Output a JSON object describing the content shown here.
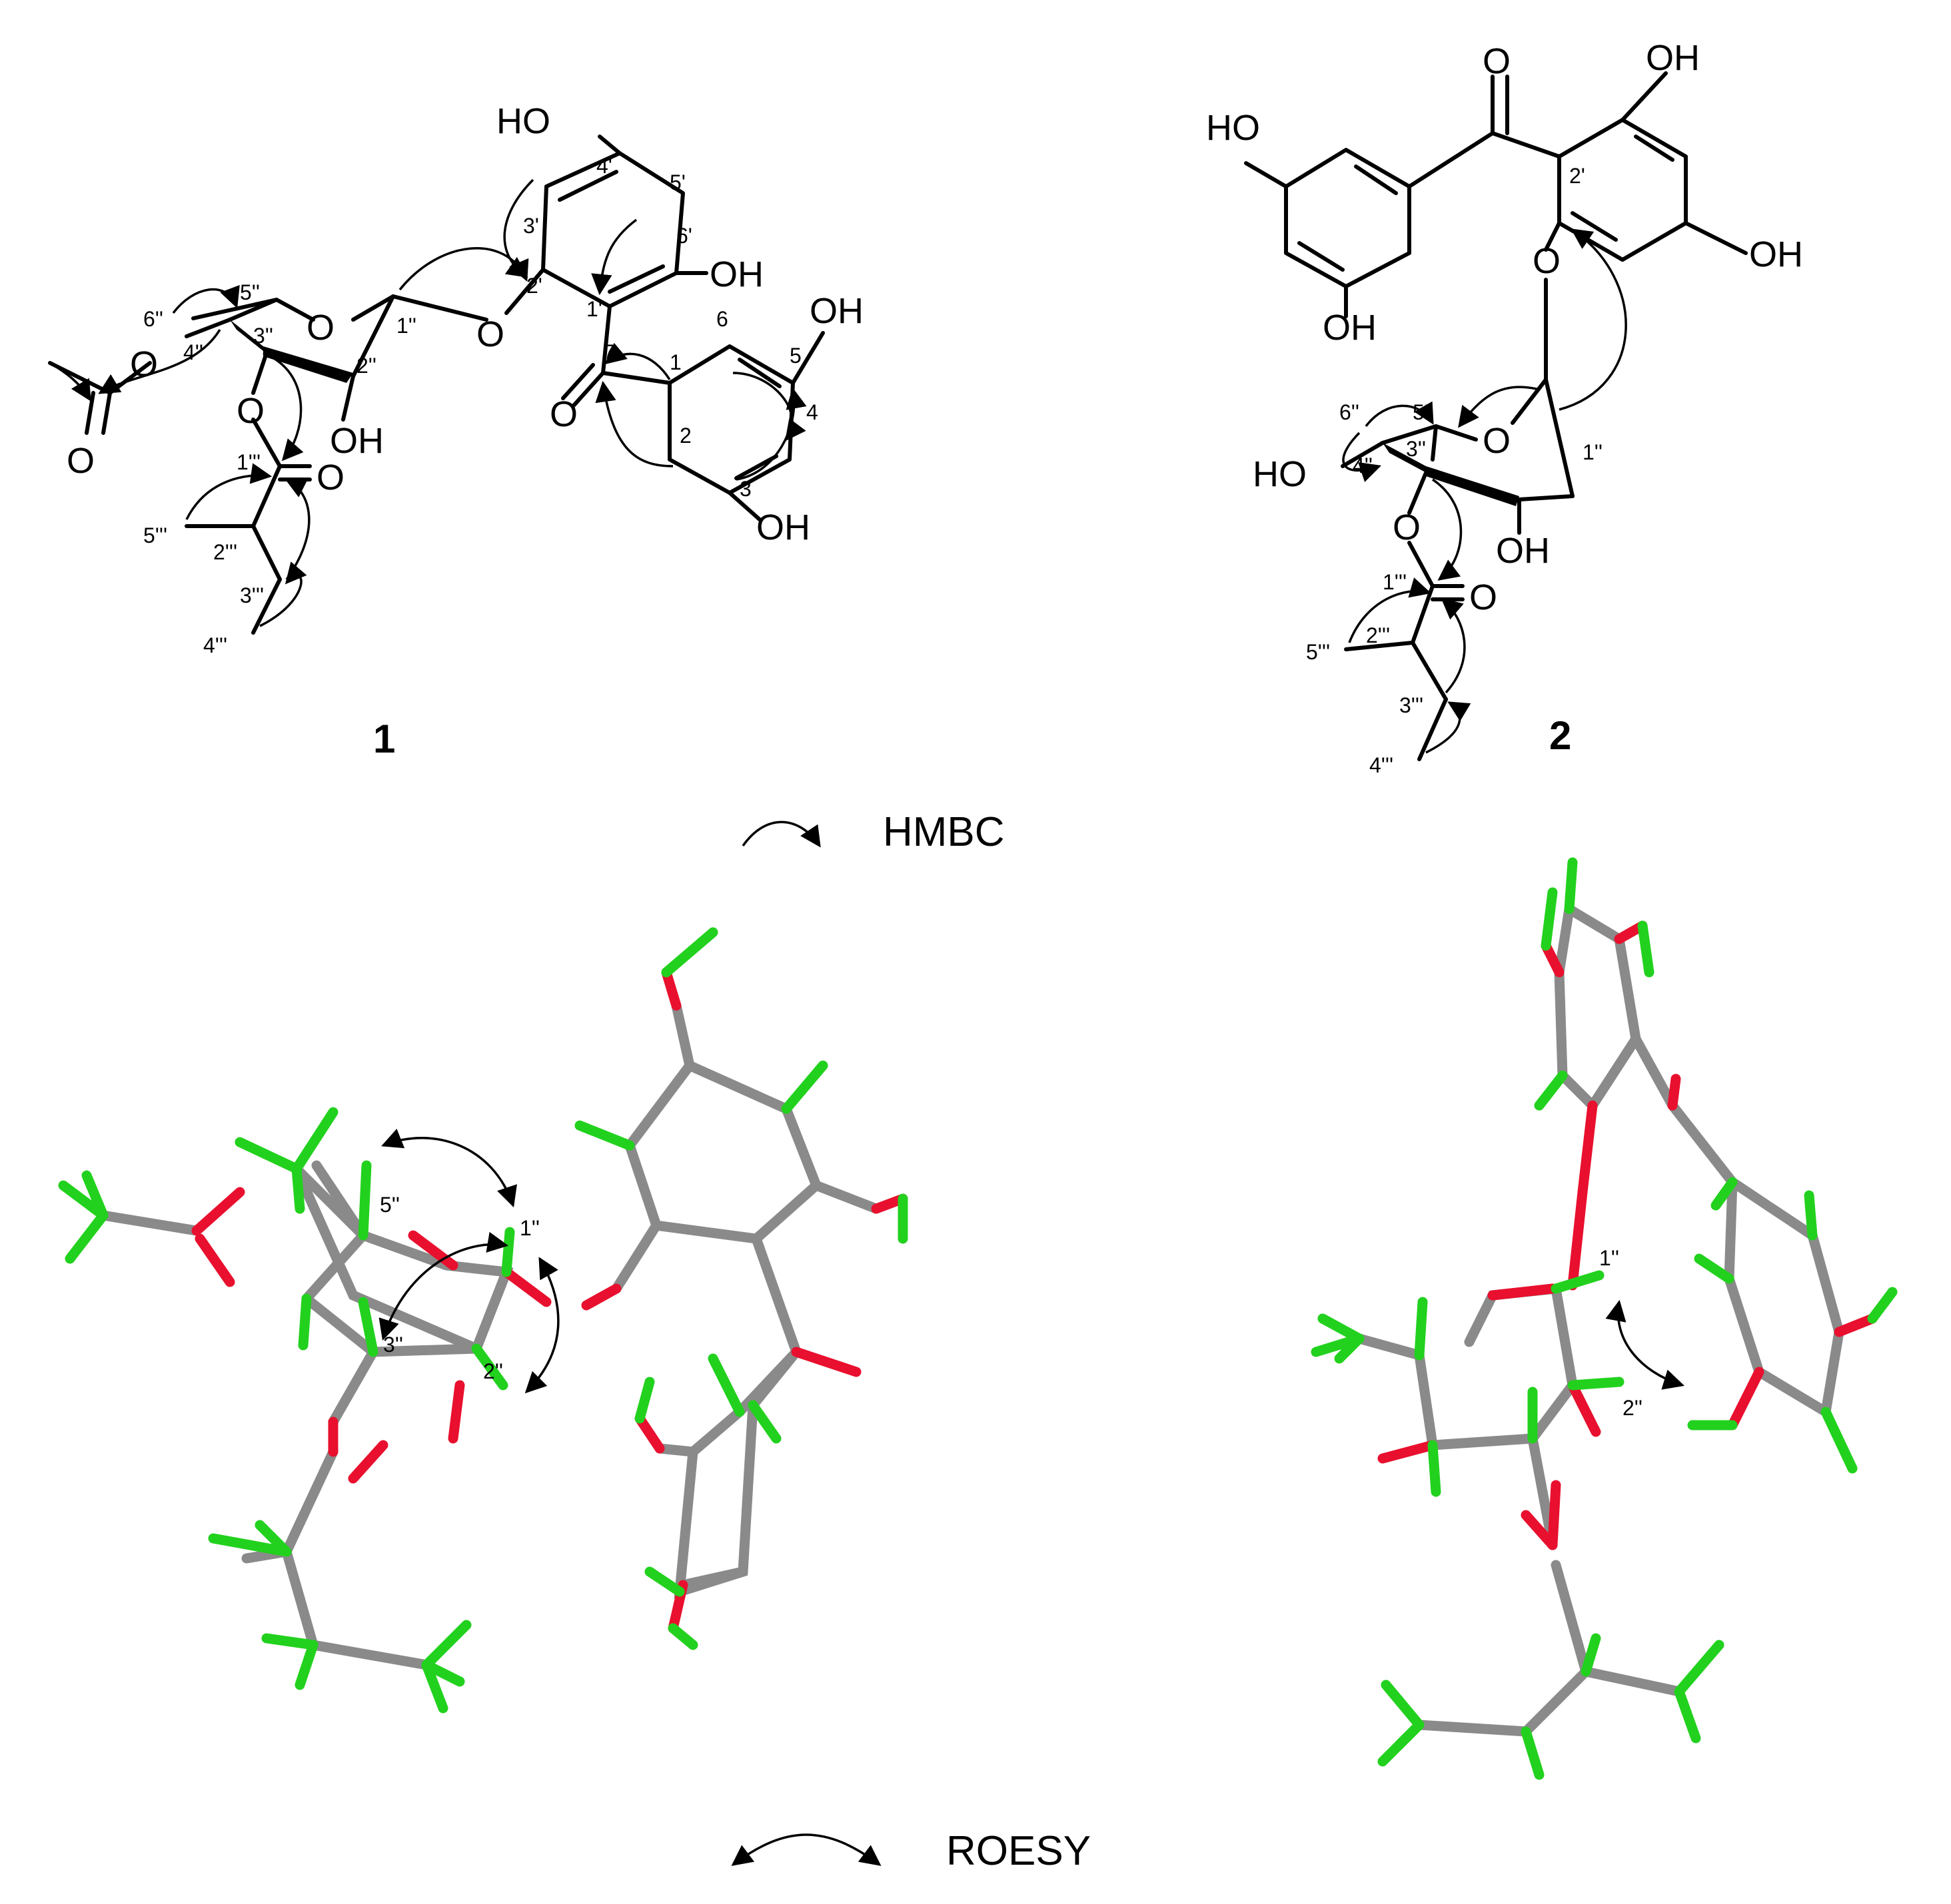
{
  "compounds": [
    {
      "label": "1"
    },
    {
      "label": "2"
    }
  ],
  "legend": {
    "hmbc": "HMBC",
    "roesy": "ROESY"
  },
  "atoms": {
    "OH": "OH",
    "HO": "HO",
    "O": "O"
  },
  "numbers": {
    "c1": "1",
    "c2": "2",
    "c3": "3",
    "c4": "4",
    "c5": "5",
    "c6": "6",
    "c7": "7",
    "c1p": "1'",
    "c2p": "2'",
    "c3p": "3'",
    "c4p": "4'",
    "c5p": "5'",
    "c6p": "6'",
    "c1pp": "1''",
    "c2pp": "2''",
    "c3pp": "3''",
    "c4pp": "4''",
    "c5pp": "5''",
    "c6pp": "6''",
    "c1ppp": "1'''",
    "c2ppp": "2'''",
    "c3ppp": "3'''",
    "c4ppp": "4'''",
    "c5ppp": "5'''"
  },
  "colors": {
    "carbon": "#8a8a8a",
    "oxygen": "#e8102e",
    "hydrogen": "#22d11e"
  }
}
